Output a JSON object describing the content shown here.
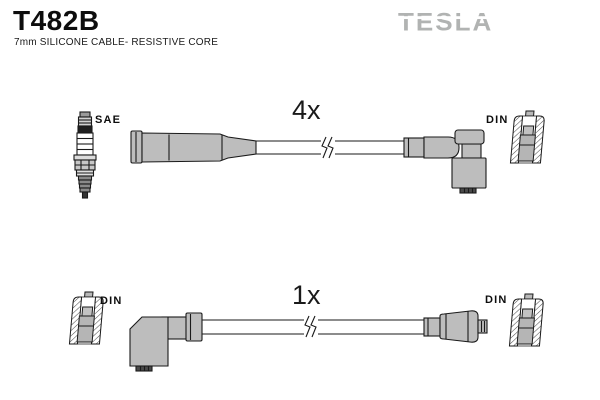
{
  "header": {
    "part_number": "T482B",
    "subtitle": "7mm SILICONE CABLE- RESISTIVE CORE",
    "brand": "TESLA"
  },
  "colors": {
    "boot_gray": "#bdbdbd",
    "logo_gray": "#b1b3b2",
    "line_black": "#1a1a1a",
    "background": "#ffffff"
  },
  "diagrams": [
    {
      "quantity_label": "4x",
      "left_end": {
        "label": "SAE",
        "icon": "spark-plug-icon",
        "boot_type": "straight boot"
      },
      "right_end": {
        "label": "DIN",
        "icon": "din-socket-cross-section-icon",
        "boot_type": "elbow boot"
      }
    },
    {
      "quantity_label": "1x",
      "left_end": {
        "label": "DIN",
        "icon": "din-socket-cross-section-icon",
        "boot_type": "elbow boot"
      },
      "right_end": {
        "label": "DIN",
        "icon": "din-socket-cross-section-icon",
        "boot_type": "straight boot"
      }
    }
  ]
}
